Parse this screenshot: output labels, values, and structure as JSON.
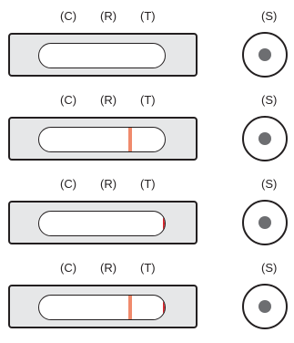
{
  "labels": {
    "c": "(C)",
    "r": "(R)",
    "t": "(T)",
    "s": "(S)"
  },
  "colors": {
    "r_line": "#f08a6c",
    "t_line": "#d7262c",
    "dot": "#6d6e71",
    "strip": "#e6e7e8",
    "outline": "#231f20"
  },
  "panels": [
    {
      "r_line": false,
      "t_line": false
    },
    {
      "r_line": true,
      "t_line": false
    },
    {
      "r_line": false,
      "t_line": true
    },
    {
      "r_line": true,
      "t_line": true
    }
  ]
}
